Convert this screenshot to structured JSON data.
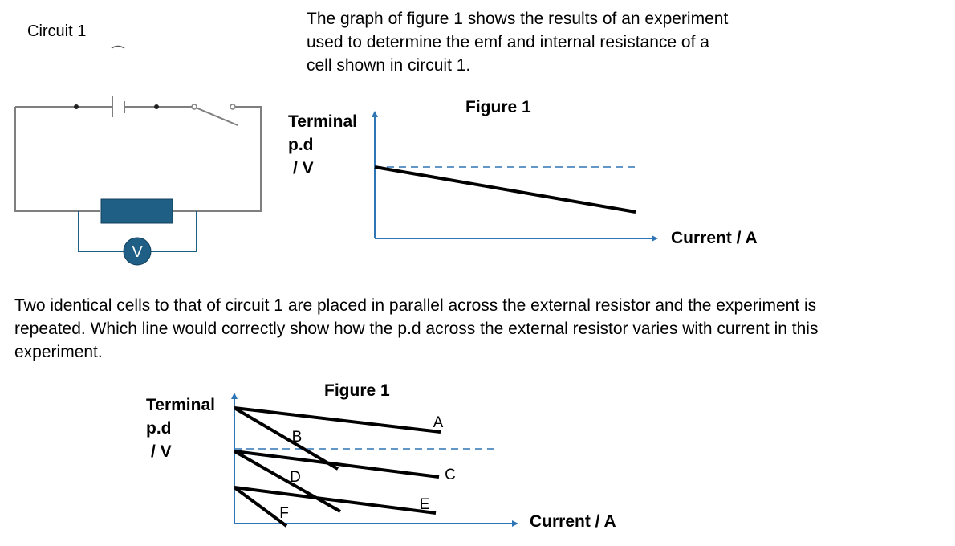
{
  "circuit": {
    "label": "Circuit 1",
    "voltmeter_symbol": "V"
  },
  "intro_text": [
    "The graph of figure 1 shows the results of an experiment",
    "used to determine the emf and internal resistance of a",
    "cell shown in circuit 1."
  ],
  "graph1": {
    "title": "Figure 1",
    "y_label": [
      "Terminal",
      "p.d",
      "/ V"
    ],
    "x_label": "Current / A"
  },
  "question_text": [
    "Two identical cells to that of circuit 1 are placed in parallel across the external resistor and the experiment is",
    "repeated. Which line would correctly show how the p.d across the external resistor varies with current in this",
    "experiment."
  ],
  "graph2": {
    "title": "Figure 1",
    "y_label": [
      "Terminal",
      "p.d",
      "/ V"
    ],
    "x_label": "Current / A",
    "line_labels": [
      "A",
      "B",
      "C",
      "D",
      "E",
      "F"
    ]
  },
  "colors": {
    "circuit_wire": "#7f7f7f",
    "resistor_fill": "#1f5f86",
    "blue_wire": "#1f5f86",
    "axis": "#2e75b6",
    "dashed": "#2e75b6"
  }
}
